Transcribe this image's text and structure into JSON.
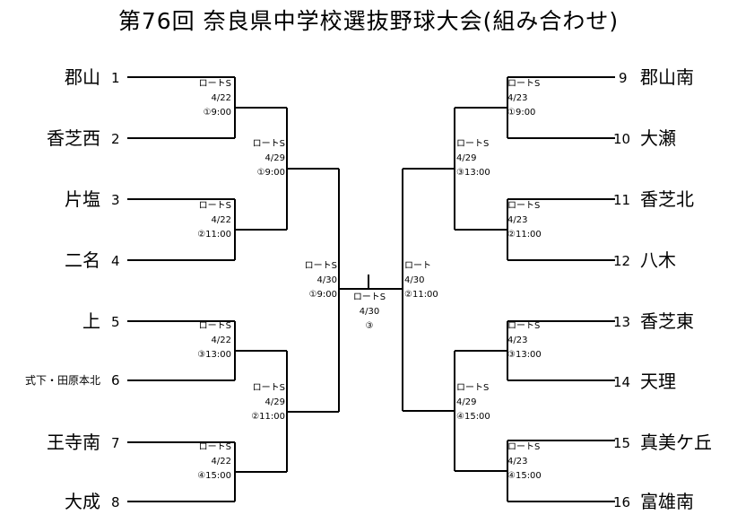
{
  "title": "第76回  奈良県中学校選抜野球大会(組み合わせ)",
  "colors": {
    "line": "#000000",
    "background": "#ffffff"
  },
  "teams": [
    {
      "seed": "1",
      "name": "郡山"
    },
    {
      "seed": "2",
      "name": "香芝西"
    },
    {
      "seed": "3",
      "name": "片塩"
    },
    {
      "seed": "4",
      "name": "二名"
    },
    {
      "seed": "5",
      "name": "上"
    },
    {
      "seed": "6",
      "name": "式下・田原本北"
    },
    {
      "seed": "7",
      "name": "王寺南"
    },
    {
      "seed": "8",
      "name": "大成"
    },
    {
      "seed": "9",
      "name": "郡山南"
    },
    {
      "seed": "10",
      "name": "大瀬"
    },
    {
      "seed": "11",
      "name": "香芝北"
    },
    {
      "seed": "12",
      "name": "八木"
    },
    {
      "seed": "13",
      "name": "香芝東"
    },
    {
      "seed": "14",
      "name": "天理"
    },
    {
      "seed": "15",
      "name": "真美ケ丘"
    },
    {
      "seed": "16",
      "name": "富雄南"
    }
  ],
  "matches": {
    "r1_left": [
      {
        "venue": "ロートS",
        "date": "4/22",
        "time": "①9:00"
      },
      {
        "venue": "ロートS",
        "date": "4/22",
        "time": "②11:00"
      },
      {
        "venue": "ロートS",
        "date": "4/22",
        "time": "③13:00"
      },
      {
        "venue": "ロートS",
        "date": "4/22",
        "time": "④15:00"
      }
    ],
    "r1_right": [
      {
        "venue": "ロートS",
        "date": "4/23",
        "time": "①9:00"
      },
      {
        "venue": "ロートS",
        "date": "4/23",
        "time": "②11:00"
      },
      {
        "venue": "ロートS",
        "date": "4/23",
        "time": "③13:00"
      },
      {
        "venue": "ロートS",
        "date": "4/23",
        "time": "④15:00"
      }
    ],
    "qf_left": [
      {
        "venue": "ロートS",
        "date": "4/29",
        "time": "①9:00"
      },
      {
        "venue": "ロートS",
        "date": "4/29",
        "time": "②11:00"
      }
    ],
    "qf_right": [
      {
        "venue": "ロートS",
        "date": "4/29",
        "time": "③13:00"
      },
      {
        "venue": "ロートS",
        "date": "4/29",
        "time": "④15:00"
      }
    ],
    "sf_left": {
      "venue": "ロートS",
      "date": "4/30",
      "time": "①9:00"
    },
    "sf_right": {
      "venue": "ロート",
      "date": "4/30",
      "time": "②11:00"
    },
    "final": {
      "venue": "ロートS",
      "date": "4/30",
      "time": "③"
    }
  }
}
